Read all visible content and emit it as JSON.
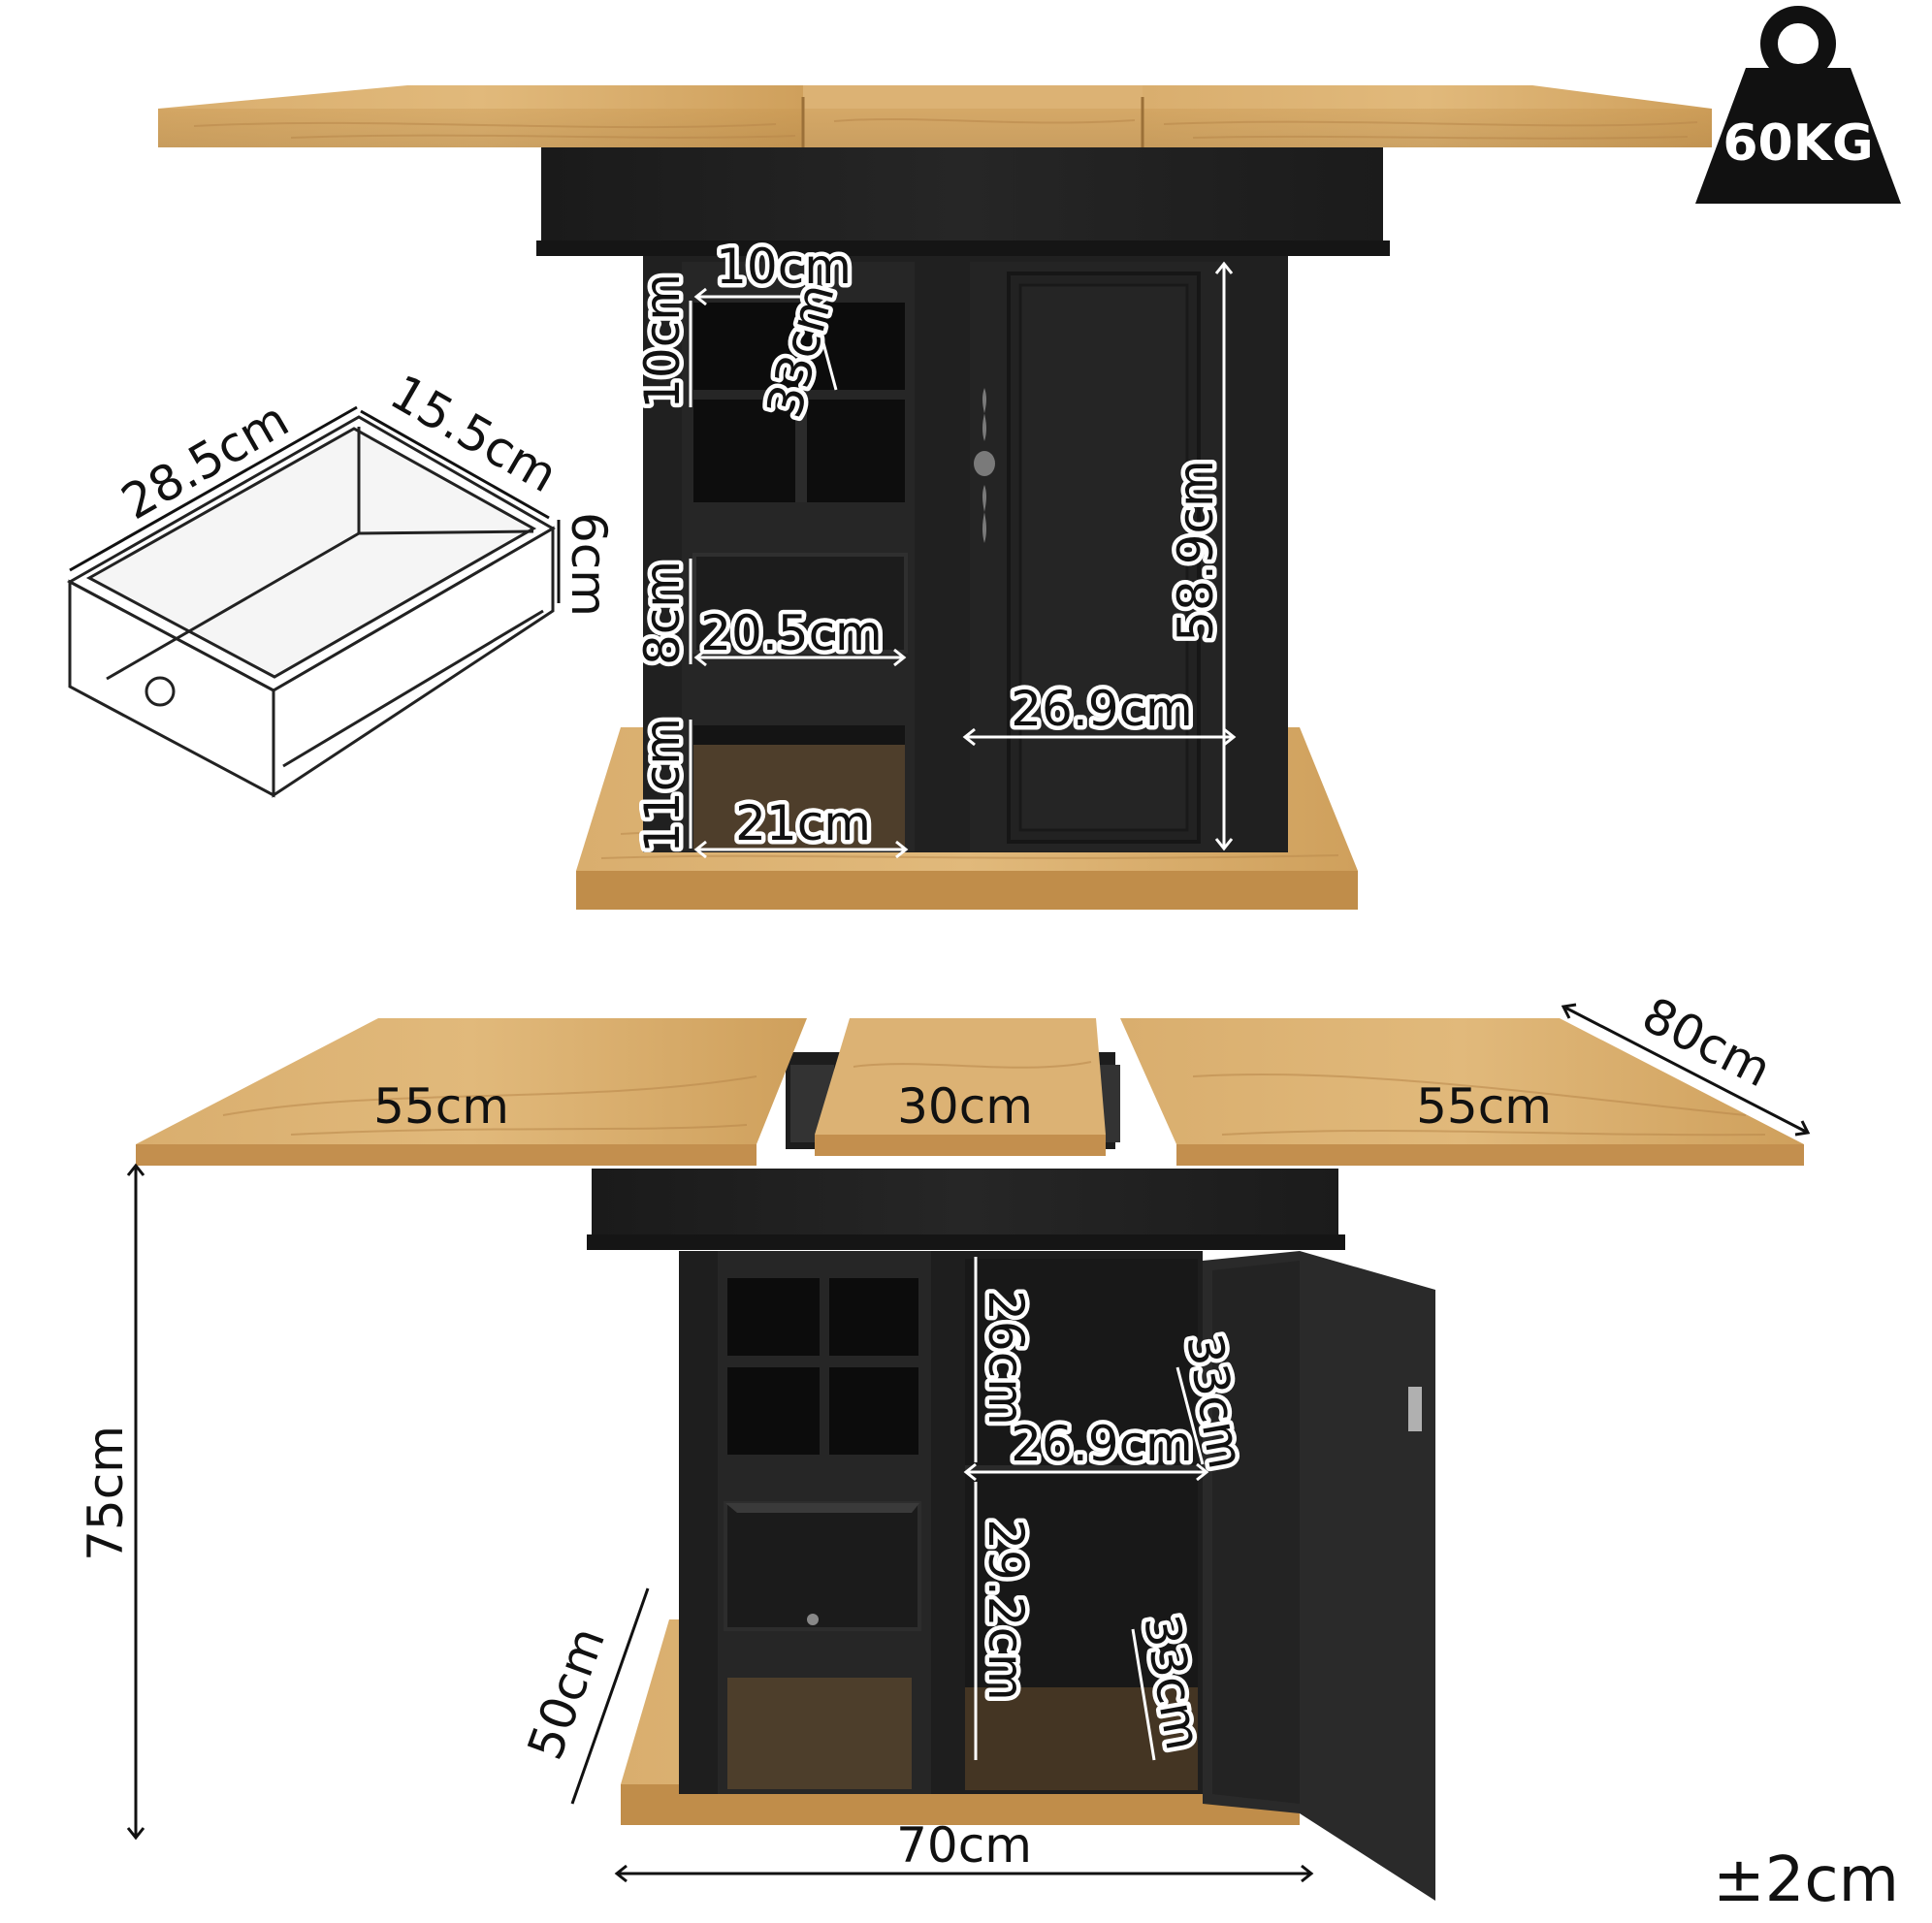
{
  "weight_badge": {
    "label": "60KG"
  },
  "tolerance": "±2cm",
  "drawer_detail": {
    "length": "28.5cm",
    "width": "15.5cm",
    "depth": "6cm"
  },
  "top_view": {
    "cubby_width": "10cm",
    "cubby_height": "10cm",
    "cubby_depth": "33cm",
    "drawer_height": "8cm",
    "drawer_width": "20.5cm",
    "bottom_shelf_height": "11cm",
    "bottom_shelf_width": "21cm",
    "cabinet_height": "58.9cm",
    "cabinet_width": "26.9cm"
  },
  "bottom_view": {
    "left_leaf": "55cm",
    "center_leaf": "30cm",
    "right_leaf": "55cm",
    "top_depth": "80cm",
    "total_height": "75cm",
    "base_depth": "50cm",
    "base_width": "70cm",
    "upper_compartment_height": "26cm",
    "shelf_depth_upper": "33cm",
    "shelf_width": "26.9cm",
    "lower_compartment_height": "29.2cm",
    "shelf_depth_lower": "33cm"
  },
  "colors": {
    "wood": "#d7ac6b",
    "wood_dark": "#b98a48",
    "body": "#1f1f1f",
    "body_light": "#2c2c2c",
    "accent_white": "#ffffff"
  }
}
